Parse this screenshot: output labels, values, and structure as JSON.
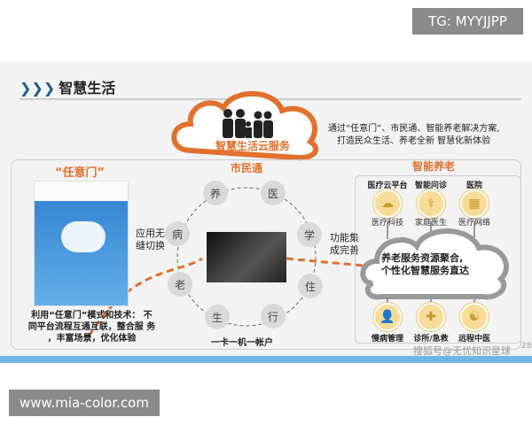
{
  "watermark_top": "TG: MYYJJPP",
  "watermark_bottom": "www.mia-color.com",
  "slide": {
    "title_icon": "chevrons-icon",
    "title": "智慧生活",
    "cloud_label": "智慧生活云服务",
    "intro_line1": "通过“任意门”、市民通、智能养老解决方案,",
    "intro_line2": "打造民众生活、养老全新 智慧化新体验",
    "section_left": "“任意门”",
    "section_mid": "市民通",
    "section_right": "智能养老",
    "left_desc_line1": "利用“任意门”模式和技术： 不",
    "left_desc_line2": "同平台流程互通互联，整合服 务",
    "left_desc_line3": "，丰富场景，优化体验",
    "arrow_left_label_1": "应用无",
    "arrow_left_label_2": "缝切换",
    "arrow_right_label_1": "功能集",
    "arrow_right_label_2": "成完善",
    "circle_nodes": [
      "养",
      "医",
      "学",
      "住",
      "行",
      "生",
      "老",
      "病"
    ],
    "circle_caption": "一卡一机一帐户",
    "elder": {
      "top": [
        {
          "title": "医疗云平台",
          "sub": "医疗科技",
          "icon": "cloud-icon"
        },
        {
          "title": "智能问诊",
          "sub": "家庭医生",
          "icon": "stethoscope-icon"
        },
        {
          "title": "医院",
          "sub": "医疗网络",
          "icon": "hospital-icon"
        }
      ],
      "cloud_line1": "养老服务资源聚合,",
      "cloud_line2": "个性化智慧服务直达",
      "bottom": [
        {
          "title": "慢病管理",
          "icon": "doctor-icon"
        },
        {
          "title": "诊所/急救",
          "icon": "first-aid-icon"
        },
        {
          "title": "远程中医",
          "icon": "yin-yang-icon"
        }
      ]
    },
    "source_watermark": "搜狐号@无忧知识星球",
    "page_number": "28"
  },
  "colors": {
    "accent": "#e2702d",
    "title_blue": "#1b5e8e",
    "bar_blue": "#6fb6e8"
  }
}
